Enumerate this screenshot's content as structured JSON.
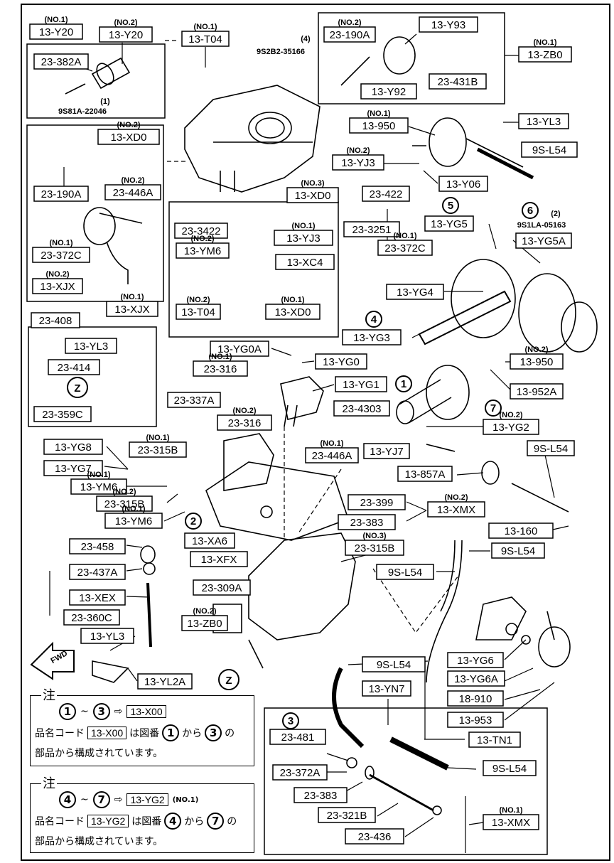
{
  "callouts": [
    {
      "text": "13-Y20",
      "sub": "(NO.1)"
    },
    {
      "text": "13-Y20",
      "sub": "(NO.2)"
    },
    {
      "text": "23-382A"
    },
    {
      "text": "13-T04",
      "sub": "(NO.1)"
    },
    {
      "text": "23-190A",
      "sub": "(NO.2)"
    },
    {
      "text": "13-Y93"
    },
    {
      "text": "13-ZB0",
      "sub": "(NO.1)"
    },
    {
      "text": "23-431B"
    },
    {
      "text": "13-Y92"
    },
    {
      "text": "13-950",
      "sub": "(NO.1)"
    },
    {
      "text": "13-YL3"
    },
    {
      "text": "9S-L54"
    },
    {
      "text": "13-YJ3",
      "sub": "(NO.2)"
    },
    {
      "text": "13-Y06"
    },
    {
      "text": "13-XD0",
      "sub": "(NO.2)"
    },
    {
      "text": "23-190A"
    },
    {
      "text": "23-446A",
      "sub": "(NO.2)"
    },
    {
      "text": "23-372C",
      "sub": "(NO.1)"
    },
    {
      "text": "13-XJX",
      "sub": "(NO.2)"
    },
    {
      "text": "13-XJX",
      "sub": "(NO.1)"
    },
    {
      "text": "13-XD0",
      "sub": "(NO.3)"
    },
    {
      "text": "23-3422"
    },
    {
      "text": "13-YJ3",
      "sub": "(NO.1)"
    },
    {
      "text": "13-YM6",
      "sub": "(NO.2)"
    },
    {
      "text": "13-XC4"
    },
    {
      "text": "13-T04",
      "sub": "(NO.2)"
    },
    {
      "text": "13-XD0",
      "sub": "(NO.1)"
    },
    {
      "text": "23-422"
    },
    {
      "text": "23-3251"
    },
    {
      "text": "23-372C",
      "sub": "(NO.1)"
    },
    {
      "text": "13-YG5"
    },
    {
      "text": "13-YG5A"
    },
    {
      "text": "13-YG4"
    },
    {
      "text": "13-YG3"
    },
    {
      "text": "13-950",
      "sub": "(NO.2)"
    },
    {
      "text": "13-952A"
    },
    {
      "text": "23-408"
    },
    {
      "text": "13-YL3"
    },
    {
      "text": "23-414"
    },
    {
      "text": "23-359C"
    },
    {
      "text": "13-YG0A"
    },
    {
      "text": "13-YG0"
    },
    {
      "text": "23-316",
      "sub": "(NO.1)"
    },
    {
      "text": "13-YG1"
    },
    {
      "text": "23-337A"
    },
    {
      "text": "23-316",
      "sub": "(NO.2)"
    },
    {
      "text": "23-4303"
    },
    {
      "text": "13-YG2",
      "sub": "(NO.2)"
    },
    {
      "text": "13-YG8"
    },
    {
      "text": "23-315B",
      "sub": "(NO.1)"
    },
    {
      "text": "13-YG7"
    },
    {
      "text": "13-YM6",
      "sub": "(NO.1)"
    },
    {
      "text": "23-315B",
      "sub": "(NO.2)"
    },
    {
      "text": "13-YM6",
      "sub": "(NO.1)"
    },
    {
      "text": "23-446A",
      "sub": "(NO.1)"
    },
    {
      "text": "13-YJ7"
    },
    {
      "text": "9S-L54"
    },
    {
      "text": "13-857A"
    },
    {
      "text": "23-399"
    },
    {
      "text": "13-XMX",
      "sub": "(NO.2)"
    },
    {
      "text": "23-383"
    },
    {
      "text": "13-160"
    },
    {
      "text": "13-XA6"
    },
    {
      "text": "23-458"
    },
    {
      "text": "13-XFX"
    },
    {
      "text": "23-315B",
      "sub": "(NO.3)"
    },
    {
      "text": "9S-L54"
    },
    {
      "text": "23-437A"
    },
    {
      "text": "9S-L54"
    },
    {
      "text": "23-309A"
    },
    {
      "text": "13-XEX"
    },
    {
      "text": "23-360C"
    },
    {
      "text": "13-ZB0",
      "sub": "(NO.2)"
    },
    {
      "text": "13-YL3"
    },
    {
      "text": "13-YL2A"
    },
    {
      "text": "9S-L54"
    },
    {
      "text": "13-YG6"
    },
    {
      "text": "13-YG6A"
    },
    {
      "text": "13-YN7"
    },
    {
      "text": "18-910"
    },
    {
      "text": "13-953"
    },
    {
      "text": "13-TN1"
    },
    {
      "text": "23-481"
    },
    {
      "text": "23-372A"
    },
    {
      "text": "9S-L54"
    },
    {
      "text": "23-383"
    },
    {
      "text": "23-321B"
    },
    {
      "text": "13-XMX",
      "sub": "(NO.1)"
    },
    {
      "text": "23-436"
    }
  ],
  "small_labels": [
    "(4)",
    "9S2B2-35166",
    "(1)",
    "9S81A-22046",
    "(2)",
    "9S1LA-05163"
  ],
  "circled_numbers": [
    "1",
    "2",
    "3",
    "4",
    "5",
    "6",
    "7"
  ],
  "z_marks": [
    "Z",
    "Z"
  ],
  "fwd_label": "FWD",
  "notes": [
    {
      "title": "注",
      "range_from": "1",
      "range_to": "3",
      "arrow": "⇨",
      "code": "13-X00",
      "code_sub": "",
      "line2_prefix": "品名コード",
      "line2_code": "13-X00",
      "line2_mid": "は図番",
      "line2_from": "1",
      "line2_kara": "から",
      "line2_to": "3",
      "line2_suffix": "の",
      "line3": "部品から構成されています。"
    },
    {
      "title": "注",
      "range_from": "4",
      "range_to": "7",
      "arrow": "⇨",
      "code": "13-YG2",
      "code_sub": "(NO.1)",
      "line2_prefix": "品名コード",
      "line2_code": "13-YG2",
      "line2_mid": "は図番",
      "line2_from": "4",
      "line2_kara": "から",
      "line2_to": "7",
      "line2_suffix": "の",
      "line3": "部品から構成されています。"
    }
  ]
}
